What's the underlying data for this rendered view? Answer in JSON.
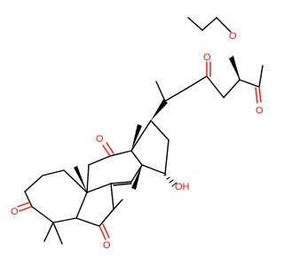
{
  "colors": {
    "background": "#ffffff",
    "bond": "#000000",
    "oxygen": "#ff0d0d"
  },
  "labels": {
    "o_ketone_ring_a": "O",
    "o_ketone_c7": "O",
    "o_ketone_c11": "O",
    "o_hydroxyl": "OH",
    "o_ketone_side_chain": "O",
    "o_ester_carbonyl": "O",
    "o_ester_ether": "O"
  }
}
